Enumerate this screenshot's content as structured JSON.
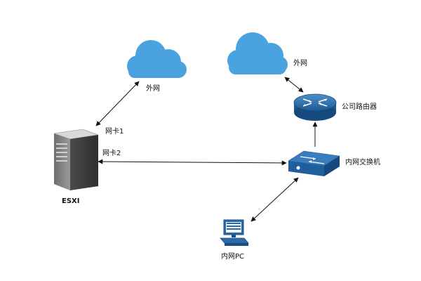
{
  "labels": {
    "cloud_left": "外网",
    "cloud_right": "外网",
    "esxi": "ESXI",
    "nic1": "网卡1",
    "nic2": "网卡2",
    "router": "公司路由器",
    "switch": "内网交换机",
    "pc": "内网PC"
  },
  "colors": {
    "cloud": "#4aa3df",
    "router": "#2b6fa8",
    "switch": "#1f5f9c",
    "pc": "#2a6aa8",
    "server": "#7d7d7d",
    "line": "#111111"
  }
}
